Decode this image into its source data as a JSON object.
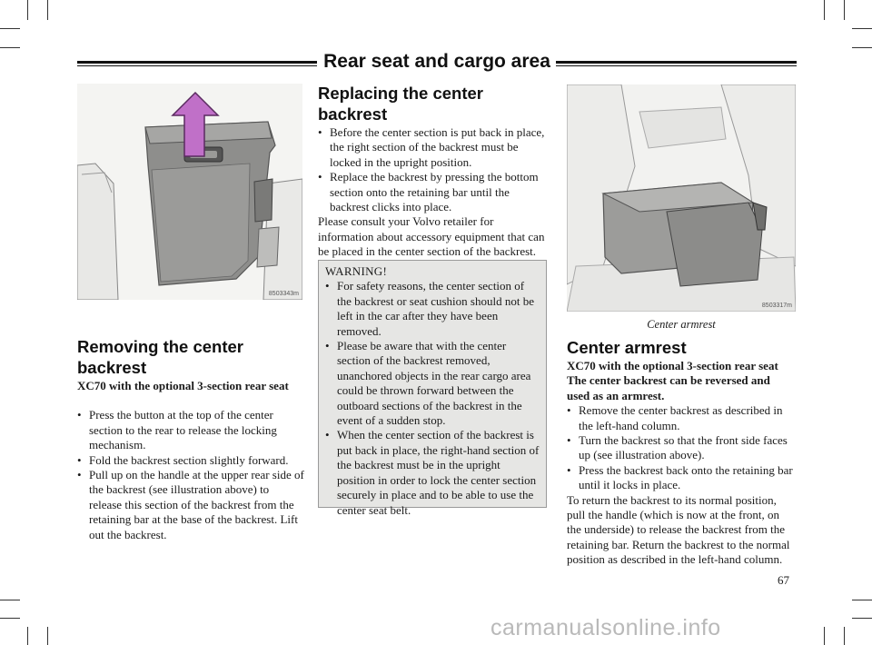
{
  "header": {
    "title": "Rear seat and cargo area"
  },
  "left_figure": {
    "code": "8503343m"
  },
  "right_figure": {
    "code": "8503317m",
    "caption": "Center armrest"
  },
  "left_column": {
    "heading_line1": "Removing the center",
    "heading_line2": "backrest",
    "subheading": "XC70 with the optional 3-section rear seat",
    "bullets": [
      "Press the button at the top of the center section to the rear to release the locking mechanism.",
      "Fold the backrest section slightly forward.",
      "Pull up on the handle at the upper rear side of the backrest (see illustration above) to release this section of the backrest from the retaining bar at the base of the backrest. Lift out the backrest."
    ]
  },
  "middle_column": {
    "heading_line1": "Replacing the center",
    "heading_line2": "backrest",
    "bullets": [
      "Before the center section is put back in place, the right section of the backrest must be locked in the upright position.",
      "Replace the backrest by pressing the bottom section onto the retaining bar until the backrest clicks into place."
    ],
    "paragraph": "Please consult your Volvo retailer for information about accessory equipment that can be placed in the center section of the backrest.",
    "warning": {
      "title": "WARNING!",
      "bullets": [
        "For safety reasons, the center section of the backrest or seat cushion should not be left in the car after they have been removed.",
        "Please be aware that with the center section of the backrest removed, unanchored objects in the rear cargo area could be thrown forward between the outboard sections of the backrest in the event of a sudden stop.",
        "When the center section of the backrest is put back in place, the right-hand section of the backrest must be in the upright position in order to lock the center section securely in place and to be able to use the center seat belt."
      ]
    }
  },
  "right_column": {
    "heading": "Center armrest",
    "subheading": "XC70 with the optional 3-section rear seat",
    "bold_intro": "The center backrest can be reversed and used as an armrest.",
    "bullets": [
      "Remove the center backrest as described in the left-hand column.",
      "Turn the backrest so that the front side faces up (see illustration above).",
      "Press the backrest back onto the retaining bar until it locks in place."
    ],
    "paragraph": "To return the backrest to its normal position, pull the handle (which is now at the front, on the underside) to release the backrest from the retaining bar. Return the backrest to the normal position as described in the left-hand column."
  },
  "page_number": "67",
  "watermark": "carmanualsonline.info"
}
